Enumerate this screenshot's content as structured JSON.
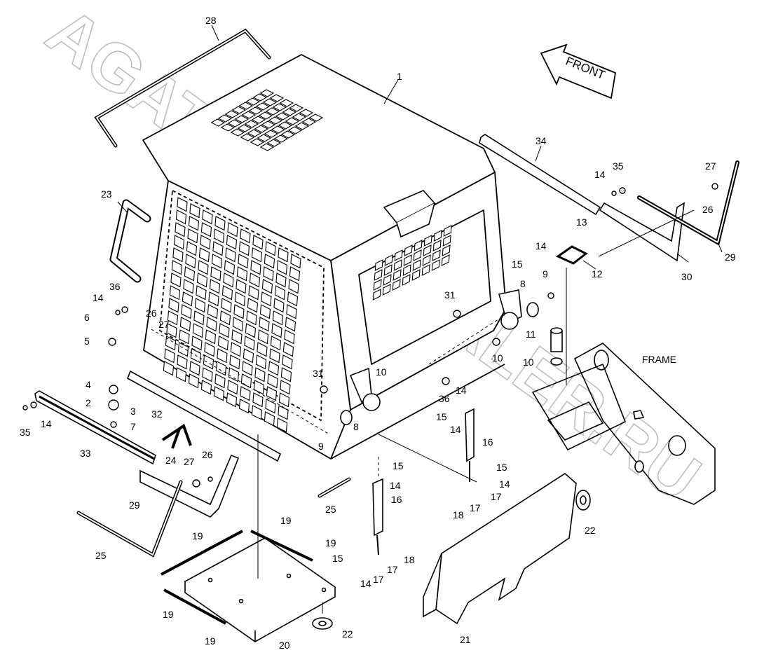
{
  "watermark": "AGAT-AUTODEALER.RU",
  "labels": {
    "front": "FRONT",
    "frame": "FRAME"
  },
  "callouts": [
    "1",
    "2",
    "3",
    "4",
    "5",
    "6",
    "7",
    "8",
    "9",
    "10",
    "11",
    "12",
    "13",
    "14",
    "15",
    "16",
    "17",
    "18",
    "19",
    "20",
    "21",
    "22",
    "23",
    "24",
    "25",
    "26",
    "27",
    "28",
    "29",
    "30",
    "31",
    "32",
    "33",
    "34",
    "35",
    "36"
  ]
}
